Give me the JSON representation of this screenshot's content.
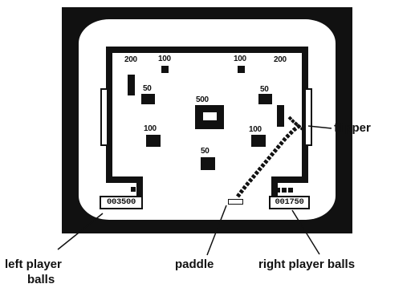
{
  "playfield": {
    "bumpers": {
      "top_left_200": "200",
      "top_left_100": "100",
      "top_right_100": "100",
      "top_right_200": "200",
      "left_50": "50",
      "right_50": "50",
      "center_500": "500",
      "left_100": "100",
      "right_100": "100",
      "bottom_50": "50"
    },
    "left_score": "003500",
    "right_score": "001750"
  },
  "labels": {
    "flipper": "flipper",
    "paddle": "paddle",
    "left_player_balls_line1": "left player",
    "left_player_balls_line2": "balls",
    "right_player_balls": "right player balls"
  },
  "colors": {
    "ink": "#111111",
    "background": "#ffffff"
  }
}
